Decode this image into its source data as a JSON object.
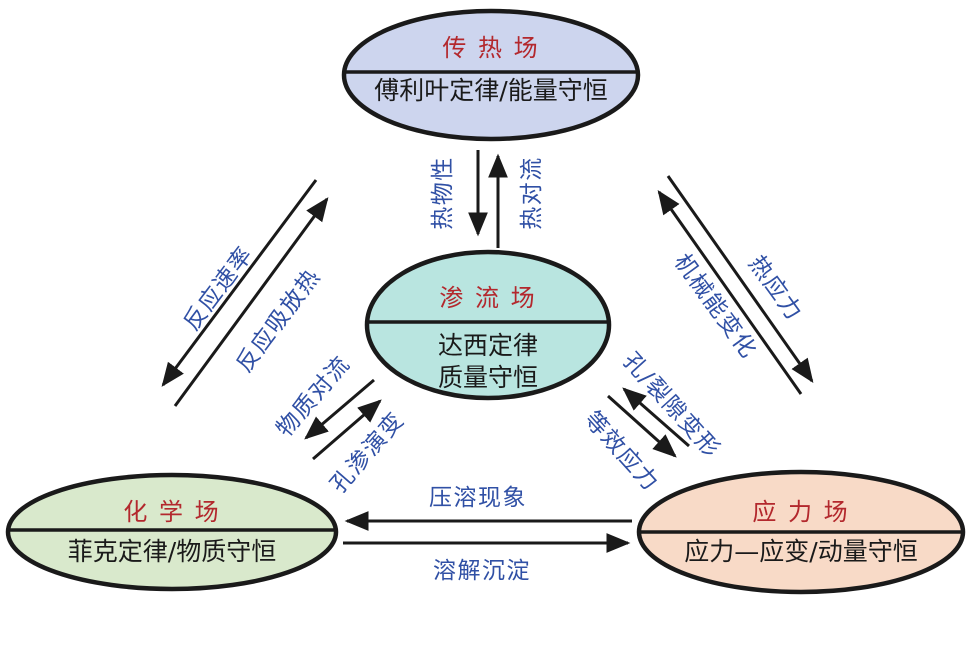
{
  "diagram": {
    "background": "#ffffff",
    "colors": {
      "outline": "#1a1a1a",
      "title_red": "#b3282d",
      "label_blue": "#3050a5"
    },
    "nodes": {
      "heat": {
        "title": "传 热 场",
        "subtitle": "傅利叶定律/能量守恒",
        "fill": "#cdd5ee"
      },
      "seepage": {
        "title": "渗 流 场",
        "subtitle_line1": "达西定律",
        "subtitle_line2": "质量守恒",
        "fill": "#b9e5e0"
      },
      "chemical": {
        "title": "化 学 场",
        "subtitle": "菲克定律/物质守恒",
        "fill": "#d9e9cc"
      },
      "stress": {
        "title": "应 力 场",
        "subtitle": "应力—应变/动量守恒",
        "fill": "#f8dac7"
      }
    },
    "edges": {
      "thermal_properties": "热物性",
      "thermal_convection": "热对流",
      "reaction_rate": "反应速率",
      "reaction_heat": "反应吸放热",
      "mechanical_energy_change": "机械能变化",
      "thermal_stress": "热应力",
      "mass_convection": "物质对流",
      "porosity_permeability_evolution": "孔渗演变",
      "pore_fracture_deformation": "孔/裂隙变形",
      "effective_stress": "等效应力",
      "pressure_dissolution": "压溶现象",
      "dissolution_precipitation": "溶解沉淀"
    }
  }
}
